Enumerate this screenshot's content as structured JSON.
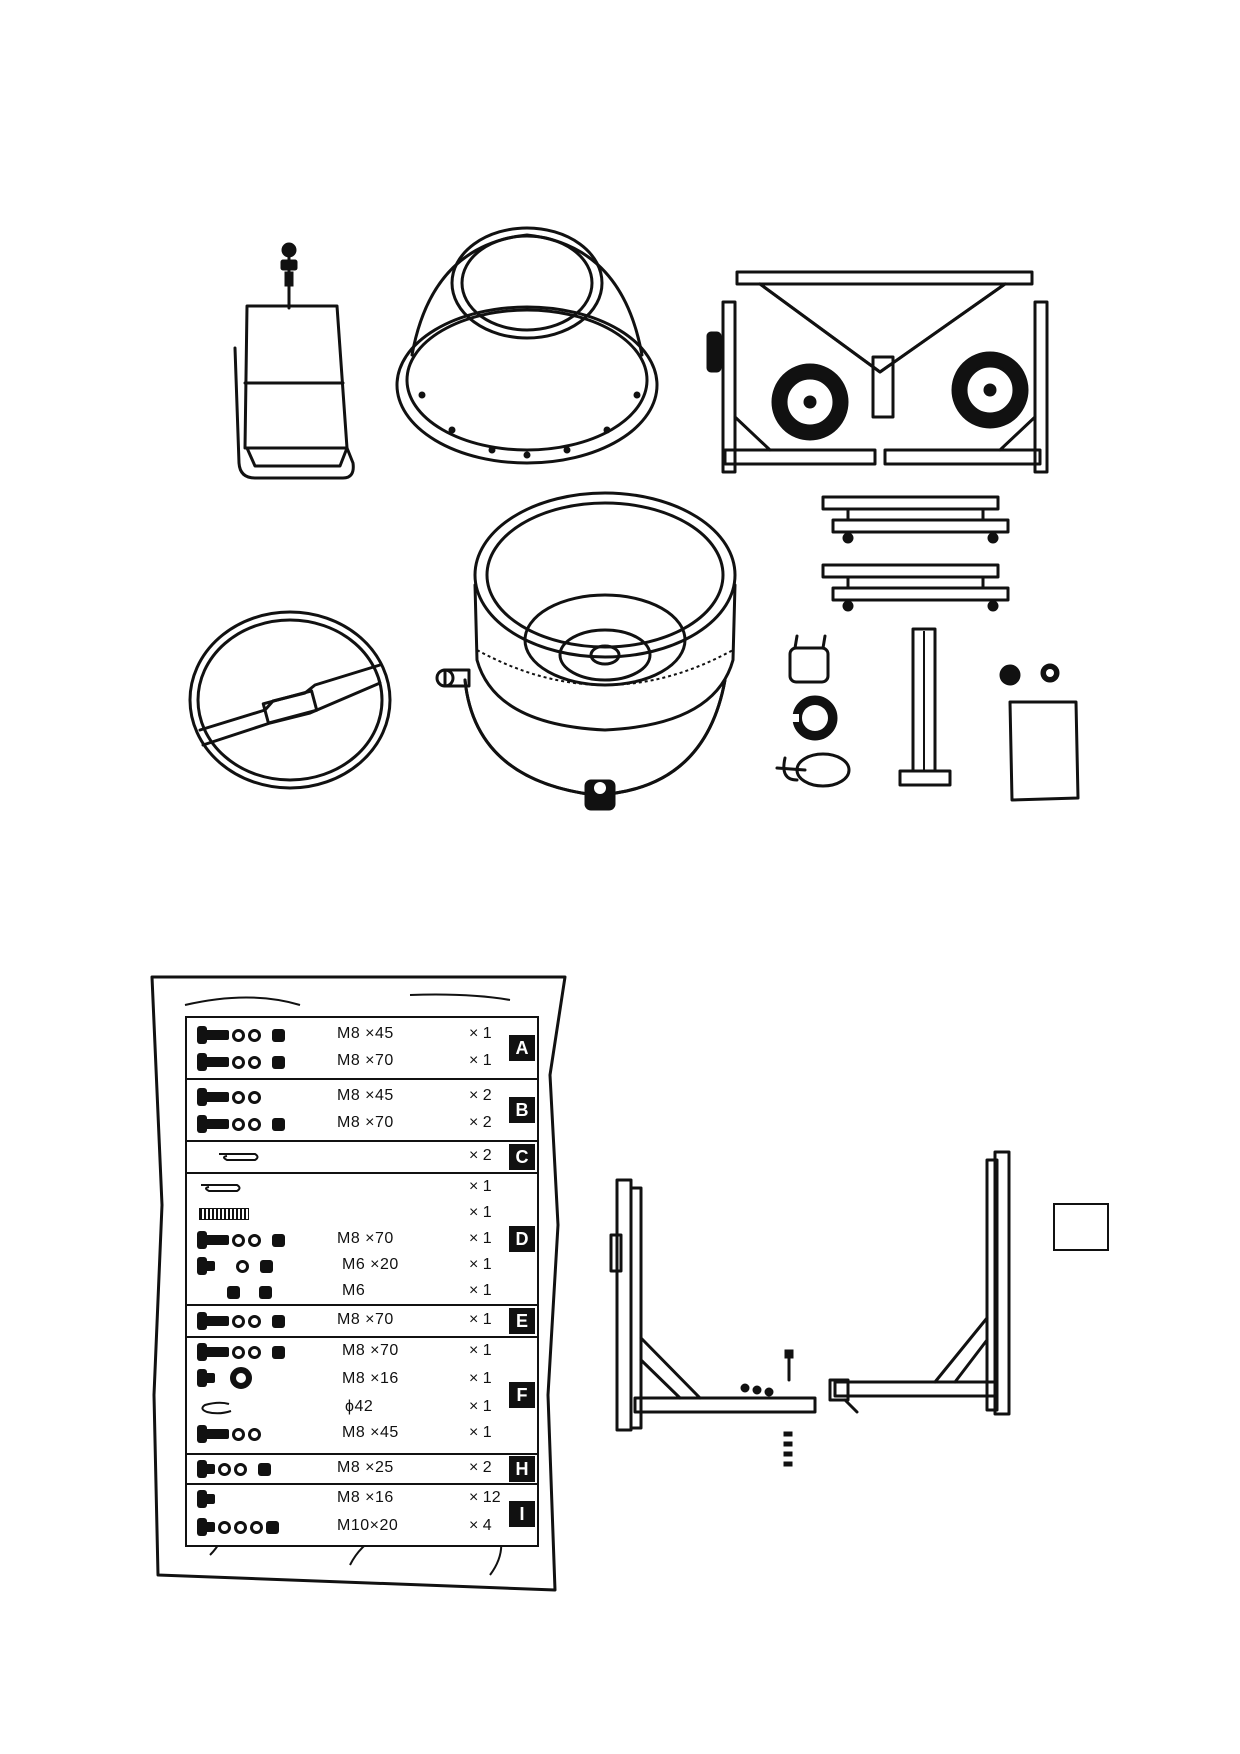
{
  "parts_list": {
    "groups": [
      {
        "letter": "A",
        "rows": [
          {
            "spec": "M8 ×45",
            "qty": "× 1"
          },
          {
            "spec": "M8 ×70",
            "qty": "× 1"
          }
        ]
      },
      {
        "letter": "B",
        "rows": [
          {
            "spec": "M8 ×45",
            "qty": "× 2"
          },
          {
            "spec": "M8 ×70",
            "qty": "× 2"
          }
        ]
      },
      {
        "letter": "C",
        "rows": [
          {
            "spec": "",
            "qty": "× 2"
          }
        ]
      },
      {
        "letter": "D",
        "rows": [
          {
            "spec": "",
            "qty": "× 1"
          },
          {
            "spec": "",
            "qty": "× 1"
          },
          {
            "spec": "M8 ×70",
            "qty": "× 1"
          },
          {
            "spec": "M6 ×20",
            "qty": "× 1"
          },
          {
            "spec": "M6",
            "qty": "× 1"
          }
        ]
      },
      {
        "letter": "E",
        "rows": [
          {
            "spec": "M8 ×70",
            "qty": "× 1"
          }
        ]
      },
      {
        "letter": "F",
        "rows": [
          {
            "spec": "M8 ×70",
            "qty": "× 1"
          },
          {
            "spec": "M8 ×16",
            "qty": "× 1"
          },
          {
            "spec": "ϕ42",
            "qty": "× 1"
          },
          {
            "spec": "M8 ×45",
            "qty": "× 1"
          }
        ]
      },
      {
        "letter": "H",
        "rows": [
          {
            "spec": "M8 ×25",
            "qty": "× 2"
          }
        ]
      },
      {
        "letter": "I",
        "rows": [
          {
            "spec": "M8 ×16",
            "qty": "× 12"
          },
          {
            "spec": "M10×20",
            "qty": "× 4"
          }
        ]
      }
    ]
  }
}
